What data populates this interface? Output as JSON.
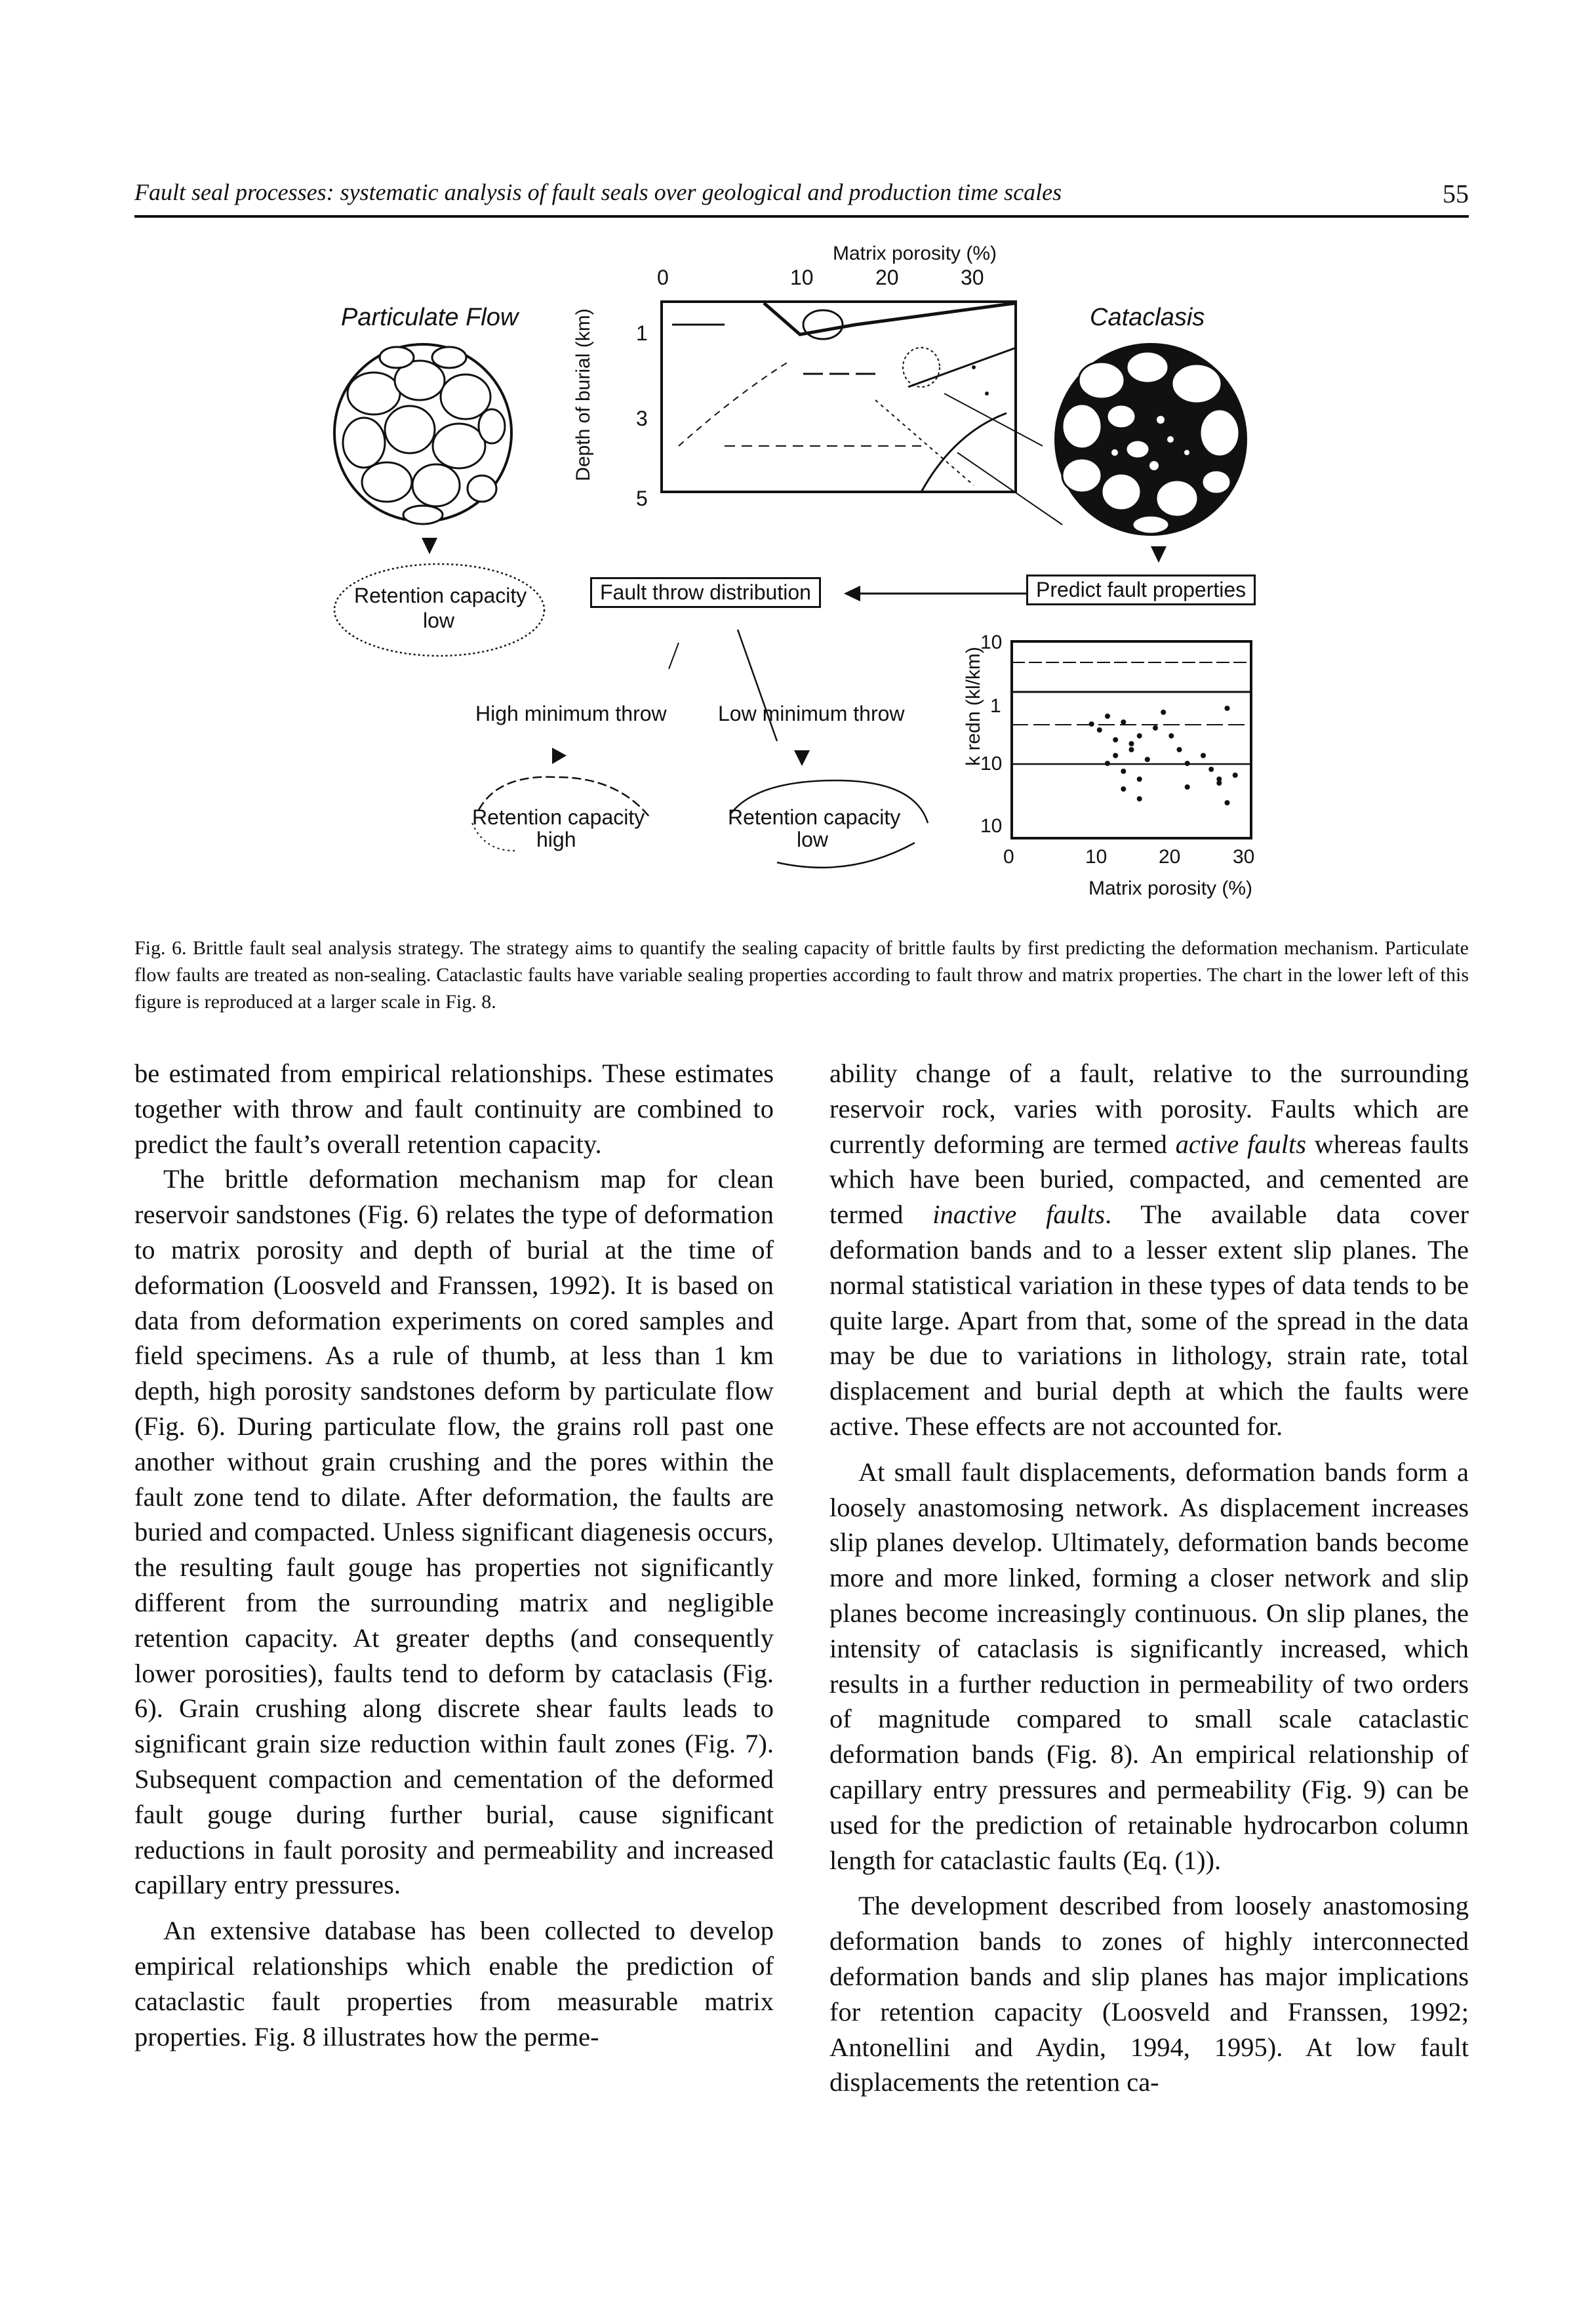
{
  "header": {
    "running_title": "Fault seal processes: systematic analysis of fault seals over geological and production time scales",
    "page_number": "55"
  },
  "figure": {
    "particulate_flow": "Particulate Flow",
    "cataclasis": "Cataclasis",
    "top_chart": {
      "x_title": "Matrix porosity (%)",
      "x_ticks": [
        "0",
        "10",
        "20",
        "30"
      ],
      "y_title": "Depth of burial (km)",
      "y_ticks": [
        "1",
        "3",
        "5"
      ]
    },
    "retention_low_left": {
      "line1": "Retention capacity",
      "line2": "low"
    },
    "fault_throw_distribution": "Fault throw distribution",
    "predict_fault_properties": "Predict fault properties",
    "high_minimum_throw": "High minimum throw",
    "low_minimum_throw": "Low minimum throw",
    "retention_high": {
      "line1": "Retention capacity",
      "line2": "high"
    },
    "retention_low_mid": {
      "line1": "Retention capacity",
      "line2": "low"
    },
    "scatter_chart": {
      "y_title": "k redn (kl/km)",
      "y_ticks": [
        "10",
        "1",
        "10",
        "10"
      ],
      "x_ticks": [
        "0",
        "10",
        "20",
        "30"
      ],
      "x_title": "Matrix porosity (%)"
    }
  },
  "chart_data": {
    "type": "scatter",
    "xlabel": "Matrix porosity (%)",
    "ylabel": "k redn (kl/km)",
    "xlim": [
      0,
      30
    ],
    "x": [
      10,
      11,
      12,
      13,
      14,
      15,
      16,
      17,
      12,
      13,
      14,
      15,
      16,
      18,
      19,
      20,
      21,
      22,
      24,
      25,
      26,
      27,
      28,
      14,
      16,
      22,
      26,
      27
    ],
    "y_position_fraction_from_top": [
      0.42,
      0.45,
      0.38,
      0.5,
      0.41,
      0.55,
      0.48,
      0.6,
      0.62,
      0.58,
      0.66,
      0.52,
      0.7,
      0.44,
      0.36,
      0.48,
      0.55,
      0.62,
      0.58,
      0.65,
      0.7,
      0.34,
      0.68,
      0.75,
      0.8,
      0.74,
      0.72,
      0.82
    ]
  },
  "caption": "Fig. 6. Brittle fault seal analysis strategy. The strategy aims to quantify the sealing capacity of brittle faults by first predicting the deformation mechanism. Particulate flow faults are treated as non-sealing. Cataclastic faults have variable sealing properties according to fault throw and matrix properties. The chart in the lower left of this figure is reproduced at a larger scale in Fig. 8.",
  "left_column": {
    "p1": "be estimated from empirical relationships. These estimates together with throw and fault continuity are combined to predict the fault’s overall retention capacity.",
    "p2": "The brittle deformation mechanism map for clean reservoir sandstones (Fig. 6) relates the type of deformation to matrix porosity and depth of burial at the time of deformation (Loosveld and Franssen, 1992). It is based on data from deformation experiments on cored samples and field specimens. As a rule of thumb, at less than 1 km depth, high porosity sandstones deform by particulate flow (Fig. 6). During particulate flow, the grains roll past one another without grain crushing and the pores within the fault zone tend to dilate. After deformation, the faults are buried and compacted. Unless significant diagenesis occurs, the resulting fault gouge has properties not significantly different from the surrounding matrix and negligible retention capacity. At greater depths (and consequently lower porosities), faults tend to deform by cataclasis (Fig. 6). Grain crushing along discrete shear faults leads to significant grain size reduction within fault zones (Fig. 7). Subsequent compaction and cementation of the deformed fault gouge during further burial, cause significant reductions in fault porosity and permeability and increased capillary entry pressures.",
    "p3": "An extensive database has been collected to develop empirical relationships which enable the prediction of cataclastic fault properties from measurable matrix properties. Fig. 8 illustrates how the perme-"
  },
  "right_column": {
    "p1_a": "ability change of a fault, relative to the surrounding reservoir rock, varies with porosity. Faults which are currently deforming are termed ",
    "p1_em1": "active faults",
    "p1_b": " whereas faults which have been buried, compacted, and cemented are termed ",
    "p1_em2": "inactive faults",
    "p1_c": ". The available data cover deformation bands and to a lesser extent slip planes. The normal statistical variation in these types of data tends to be quite large. Apart from that, some of the spread in the data may be due to variations in lithology, strain rate, total displacement and burial depth at which the faults were active. These effects are not accounted for.",
    "p2": "At small fault displacements, deformation bands form a loosely anastomosing network. As displacement increases slip planes develop. Ultimately, deformation bands become more and more linked, forming a closer network and slip planes become increasingly continuous. On slip planes, the intensity of cataclasis is significantly increased, which results in a further reduction in permeability of two orders of magnitude compared to small scale cataclastic deformation bands (Fig. 8). An empirical relationship of capillary entry pressures and permeability (Fig. 9) can be used for the prediction of retainable hydrocarbon column length for cataclastic faults (Eq. (1)).",
    "p3": "The development described from loosely anastomosing deformation bands to zones of highly interconnected deformation bands and slip planes has major implications for retention capacity (Loosveld and Franssen, 1992; Antonellini and Aydin, 1994, 1995). At low fault displacements the retention ca-"
  }
}
